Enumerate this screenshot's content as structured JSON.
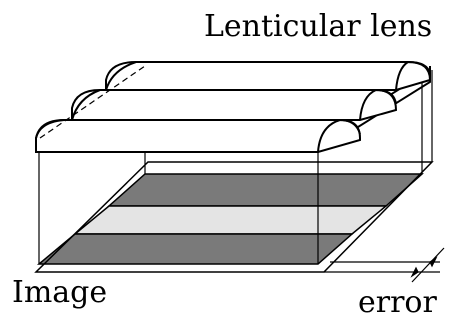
{
  "labels": {
    "lens": "Lenticular lens",
    "image": "Image",
    "error": "error"
  },
  "colors": {
    "stroke": "#000000",
    "background": "#ffffff",
    "dark_stripe": "#7a7a7a",
    "light_stripe": "#e4e4e4",
    "lens_fill": "#ffffff"
  },
  "diagram": {
    "lens_count": 3,
    "stripes": [
      "dark",
      "light",
      "dark"
    ]
  }
}
